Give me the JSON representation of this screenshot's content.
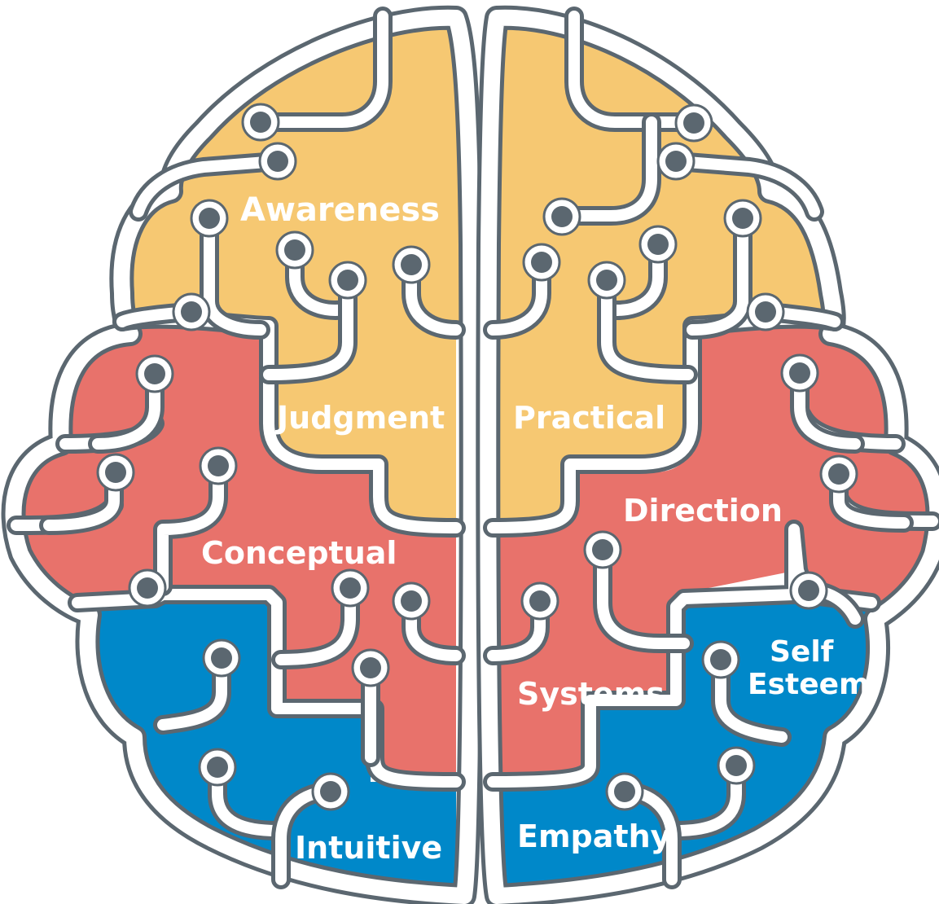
{
  "colors": {
    "outline": "#5b6770",
    "yellow": "#f6c872",
    "red": "#e8726b",
    "blue": "#0088c9",
    "white": "#ffffff"
  },
  "labels": {
    "awareness": "Awareness",
    "judgment": "Judgment",
    "conceptual": "Conceptual",
    "intuitive": "Intuitive",
    "practical": "Practical",
    "direction": "Direction",
    "systems": "Systems",
    "self_esteem_line1": "Self",
    "self_esteem_line2": "Esteem",
    "empathy": "Empathy"
  }
}
